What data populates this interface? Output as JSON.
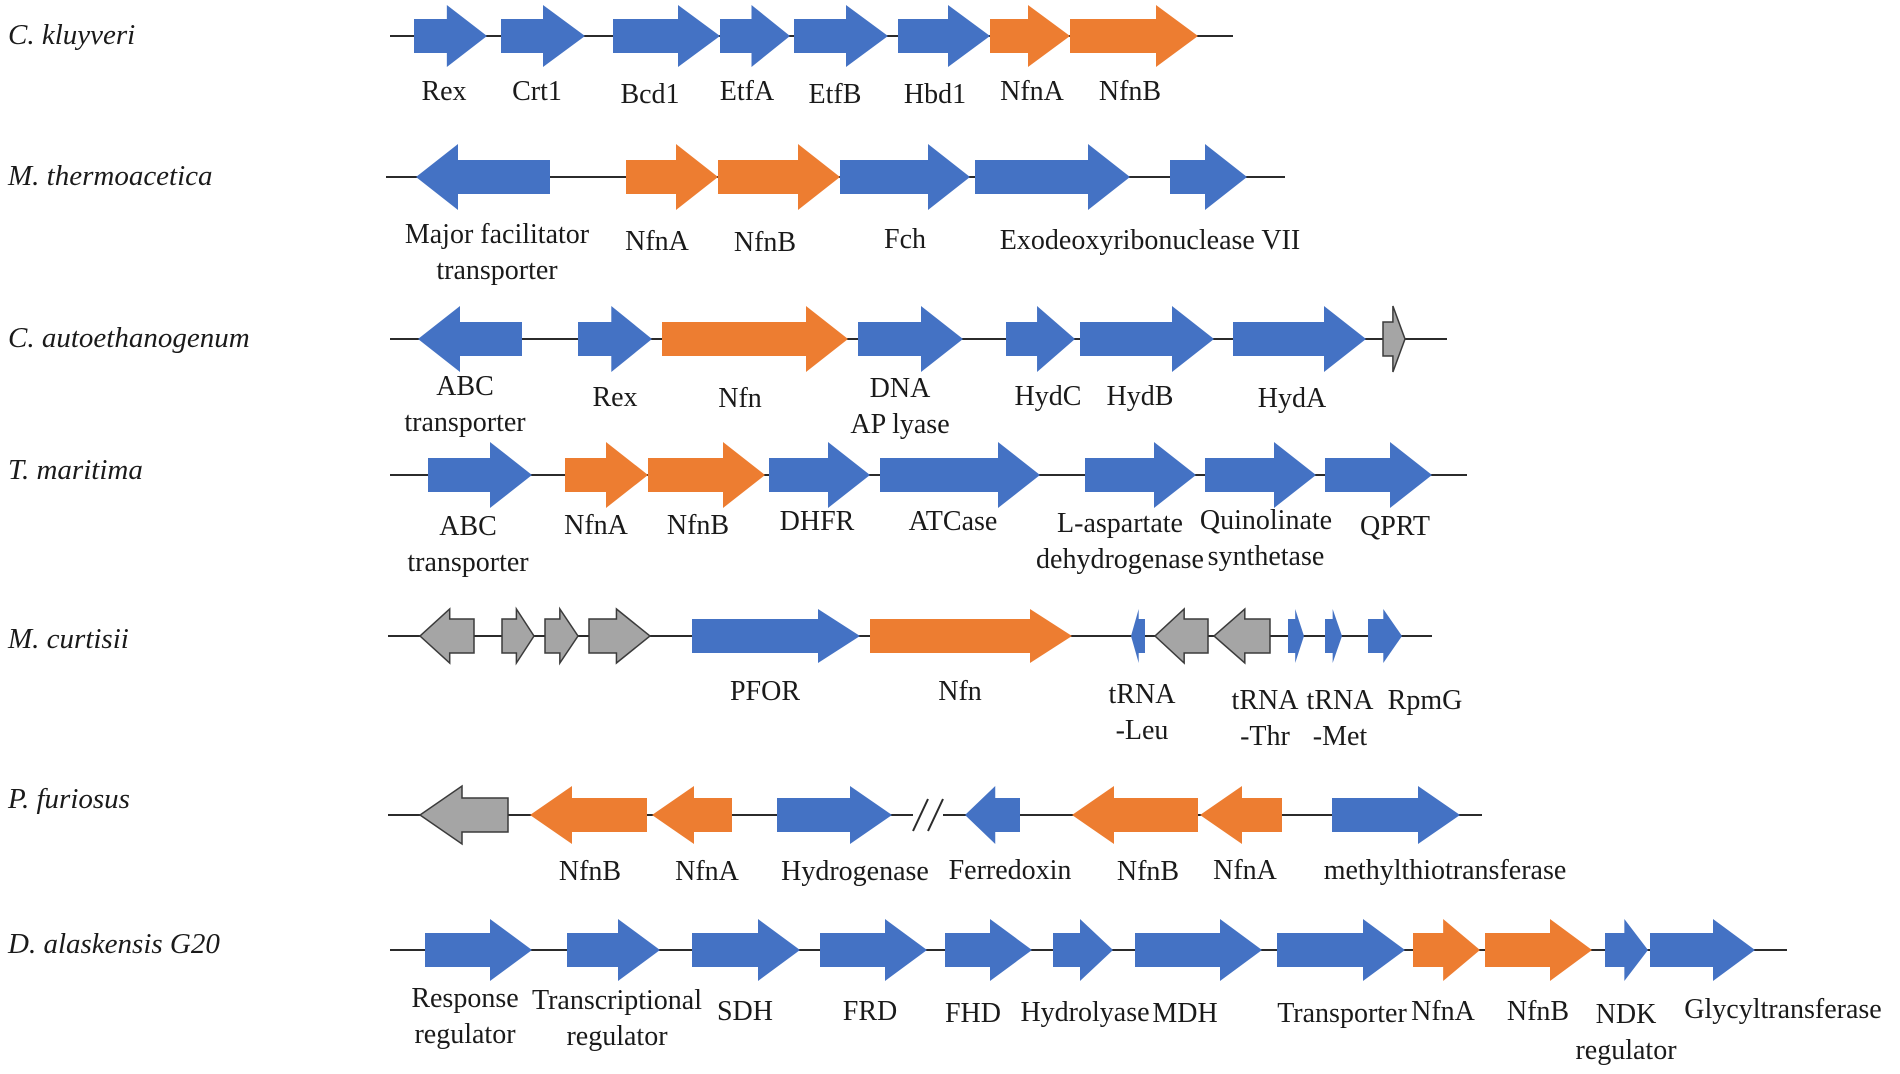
{
  "colors": {
    "blue": "#4472c4",
    "orange": "#ed7d31",
    "gray": "#a5a5a5",
    "outline": "#3b3b3b",
    "line": "#2b2b2b"
  },
  "rows": [
    {
      "species": "C. kluyveri",
      "genes": [
        {
          "dir": "right",
          "color": "blue",
          "label": [
            "Rex"
          ]
        },
        {
          "dir": "right",
          "color": "blue",
          "label": [
            "Crt1"
          ]
        },
        {
          "dir": "right",
          "color": "blue",
          "label": [
            "Bcd1"
          ]
        },
        {
          "dir": "right",
          "color": "blue",
          "label": [
            "EtfA"
          ]
        },
        {
          "dir": "right",
          "color": "blue",
          "label": [
            "EtfB"
          ]
        },
        {
          "dir": "right",
          "color": "blue",
          "label": [
            "Hbd1"
          ]
        },
        {
          "dir": "right",
          "color": "orange",
          "label": [
            "NfnA"
          ]
        },
        {
          "dir": "right",
          "color": "orange",
          "label": [
            "NfnB"
          ]
        }
      ]
    },
    {
      "species": "M. thermoacetica",
      "genes": [
        {
          "dir": "left",
          "color": "blue",
          "label": [
            "Major facilitator",
            "transporter"
          ]
        },
        {
          "dir": "right",
          "color": "orange",
          "label": [
            "NfnA"
          ]
        },
        {
          "dir": "right",
          "color": "orange",
          "label": [
            "NfnB"
          ]
        },
        {
          "dir": "right",
          "color": "blue",
          "label": [
            "Fch"
          ]
        },
        {
          "dir": "right",
          "color": "blue",
          "label": [
            "Exodeoxyribonuclease VII"
          ]
        },
        {
          "dir": "right",
          "color": "blue",
          "label": []
        }
      ]
    },
    {
      "species": "C. autoethanogenum",
      "genes": [
        {
          "dir": "left",
          "color": "blue",
          "label": [
            "ABC",
            "transporter"
          ]
        },
        {
          "dir": "right",
          "color": "blue",
          "label": [
            "Rex"
          ]
        },
        {
          "dir": "right",
          "color": "orange",
          "label": [
            "Nfn"
          ]
        },
        {
          "dir": "right",
          "color": "blue",
          "label": [
            "DNA",
            "AP lyase"
          ]
        },
        {
          "dir": "right",
          "color": "blue",
          "label": [
            "HydC"
          ]
        },
        {
          "dir": "right",
          "color": "blue",
          "label": [
            "HydB"
          ]
        },
        {
          "dir": "right",
          "color": "blue",
          "label": [
            "HydA"
          ]
        },
        {
          "dir": "right",
          "color": "gray",
          "label": []
        }
      ]
    },
    {
      "species": "T. maritima",
      "genes": [
        {
          "dir": "right",
          "color": "blue",
          "label": [
            "ABC",
            "transporter"
          ]
        },
        {
          "dir": "right",
          "color": "orange",
          "label": [
            "NfnA"
          ]
        },
        {
          "dir": "right",
          "color": "orange",
          "label": [
            "NfnB"
          ]
        },
        {
          "dir": "right",
          "color": "blue",
          "label": [
            "DHFR"
          ]
        },
        {
          "dir": "right",
          "color": "blue",
          "label": [
            "ATCase"
          ]
        },
        {
          "dir": "right",
          "color": "blue",
          "label": [
            "L-aspartate",
            "dehydrogenase"
          ]
        },
        {
          "dir": "right",
          "color": "blue",
          "label": [
            "Quinolinate",
            "synthetase"
          ]
        },
        {
          "dir": "right",
          "color": "blue",
          "label": [
            "QPRT"
          ]
        }
      ]
    },
    {
      "species": "M. curtisii",
      "genes": [
        {
          "dir": "left",
          "color": "gray",
          "label": []
        },
        {
          "dir": "right",
          "color": "gray",
          "label": []
        },
        {
          "dir": "right",
          "color": "gray",
          "label": []
        },
        {
          "dir": "right",
          "color": "gray",
          "label": []
        },
        {
          "dir": "right",
          "color": "blue",
          "label": [
            "PFOR"
          ]
        },
        {
          "dir": "right",
          "color": "orange",
          "label": [
            "Nfn"
          ]
        },
        {
          "dir": "left",
          "color": "blue",
          "label": [
            "tRNA",
            "-Leu"
          ]
        },
        {
          "dir": "left",
          "color": "gray",
          "label": []
        },
        {
          "dir": "left",
          "color": "gray",
          "label": [
            "tRNA",
            "-Thr"
          ]
        },
        {
          "dir": "right",
          "color": "blue",
          "label": []
        },
        {
          "dir": "right",
          "color": "blue",
          "label": [
            "tRNA",
            "-Met"
          ]
        },
        {
          "dir": "right",
          "color": "blue",
          "label": [
            "RpmG"
          ]
        }
      ]
    },
    {
      "species": "P. furiosus",
      "genes": [
        {
          "dir": "left",
          "color": "gray",
          "label": []
        },
        {
          "dir": "left",
          "color": "orange",
          "label": [
            "NfnB"
          ]
        },
        {
          "dir": "left",
          "color": "orange",
          "label": [
            "NfnA"
          ]
        },
        {
          "dir": "right",
          "color": "blue",
          "label": [
            "Hydrogenase"
          ]
        },
        {
          "dir": "left",
          "color": "blue",
          "label": [
            "Ferredoxin"
          ]
        },
        {
          "dir": "left",
          "color": "orange",
          "label": [
            "NfnB"
          ]
        },
        {
          "dir": "left",
          "color": "orange",
          "label": [
            "NfnA"
          ]
        },
        {
          "dir": "right",
          "color": "blue",
          "label": [
            "methylthiotransferase"
          ]
        }
      ]
    },
    {
      "species": "D. alaskensis G20",
      "genes": [
        {
          "dir": "right",
          "color": "blue",
          "label": [
            "Response",
            "regulator"
          ]
        },
        {
          "dir": "right",
          "color": "blue",
          "label": [
            "Transcriptional",
            "regulator"
          ]
        },
        {
          "dir": "right",
          "color": "blue",
          "label": [
            "SDH"
          ]
        },
        {
          "dir": "right",
          "color": "blue",
          "label": [
            "FRD"
          ]
        },
        {
          "dir": "right",
          "color": "blue",
          "label": [
            "FHD"
          ]
        },
        {
          "dir": "right",
          "color": "blue",
          "label": [
            "Hydrolyase"
          ]
        },
        {
          "dir": "right",
          "color": "blue",
          "label": [
            "MDH"
          ]
        },
        {
          "dir": "right",
          "color": "blue",
          "label": [
            "Transporter"
          ]
        },
        {
          "dir": "right",
          "color": "orange",
          "label": [
            "NfnA"
          ]
        },
        {
          "dir": "right",
          "color": "orange",
          "label": [
            "NfnB"
          ]
        },
        {
          "dir": "right",
          "color": "blue",
          "label": [
            "NDK",
            "regulator"
          ]
        },
        {
          "dir": "right",
          "color": "blue",
          "label": [
            "Glycyltransferase"
          ]
        }
      ]
    }
  ]
}
